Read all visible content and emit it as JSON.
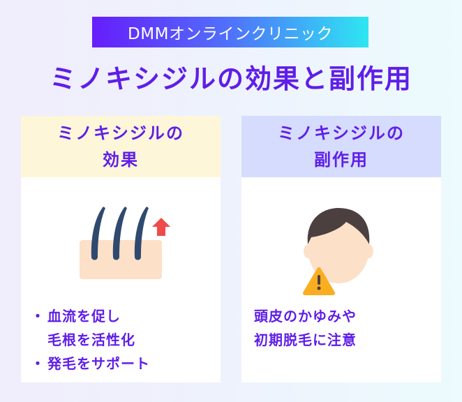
{
  "banner": {
    "label": "DMMオンラインクリニック"
  },
  "title": "ミノキシジルの効果と副作用",
  "cards": [
    {
      "heading_line1": "ミノキシジルの",
      "heading_line2": "効果",
      "icon": "hair-growth-icon",
      "header_color": "#fef6d9",
      "items": [
        {
          "bullet": "・",
          "line1": "血流を促し",
          "line2": "毛根を活性化"
        },
        {
          "bullet": "・",
          "line1": "発毛をサポート"
        }
      ]
    },
    {
      "heading_line1": "ミノキシジルの",
      "heading_line2": "副作用",
      "icon": "person-warning-icon",
      "header_color": "#d6dcfd",
      "note_line1": "頭皮のかゆみや",
      "note_line2": "初期脱毛に注意"
    }
  ],
  "colors": {
    "accent": "#5f1ee8",
    "banner_start": "#661dfb",
    "banner_end": "#2ee6f2",
    "hair": "#2f4a6e",
    "skin": "#fde0c8",
    "arrow": "#ef4b4b",
    "warning": "#f9ae22",
    "face_hair": "#4b3f40"
  }
}
